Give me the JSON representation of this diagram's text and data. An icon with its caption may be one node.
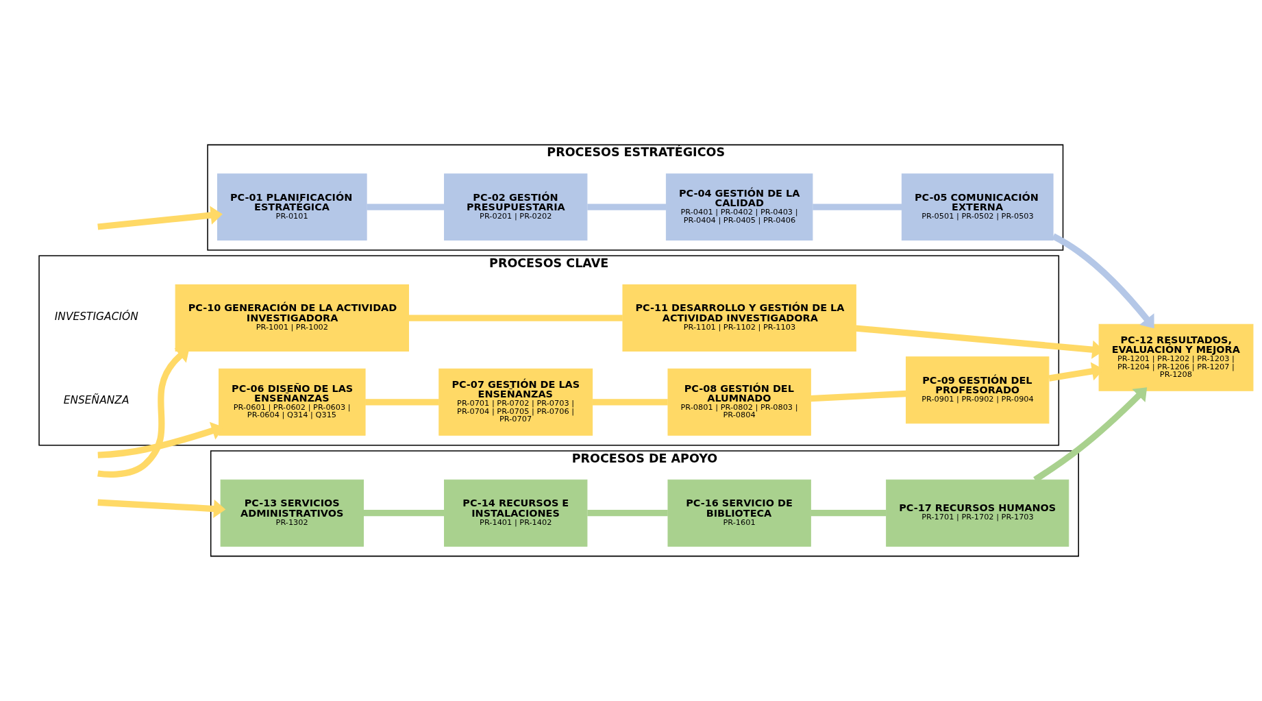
{
  "diagram": {
    "nodes": [
      {
        "text": [
          "PROCESOS ESTRATÉGICOS"
        ]
      },
      {
        "text": [
          "PC-01 PLANIFICACIÓN ESTRATÉGICA",
          "PR-0101"
        ],
        "in": 0
      },
      {
        "text": [
          "PC-02 GESTIÓN PRESUPUESTARIA",
          "PR-0201 | PR-0202"
        ],
        "in": 0
      },
      {
        "text": [
          "PC-04 GESTIÓN DE LA CALIDAD",
          "PR-0401 | PR-0402 | PR-0403 | PR-0404 | PR-0405 | PR-0406"
        ],
        "in": 0
      },
      {
        "text": [
          "PC-05 COMUNICACIÓN EXTERNA",
          "PR-0501 | PR-0502 | PR-0503"
        ],
        "in": 0
      },
      {
        "text": [
          "PROCESOS CLAVE"
        ]
      },
      {
        "text": [
          "PC-06 DISEÑO DE LAS ENSEÑANZAS",
          "PR-0601 | PR-0602 | PR-0603 | PR-0604 | Q314 | Q315"
        ],
        "in": 5
      },
      {
        "text": [
          "PC-07 GESTIÓN DE LAS ENSEÑANZAS",
          "PR-0701 | PR-0702 | PR-0703 | PR-0704 | PR-0705 | PR-0706 | PR-0707"
        ],
        "in": 5
      },
      {
        "text": [
          "PC-08 GESTIÓN DEL ALUMNADO",
          "PR-0801 | PR-0802 | PR-0803 | PR-0804"
        ],
        "in": 5
      },
      {
        "text": [
          "PC-09 GESTIÓN DEL PROFESORADO",
          "PR-0901 | PR-0902 | PR-0904"
        ],
        "in": 5
      },
      {
        "text": [
          "PC-10 GENERACIÓN DE LA ACTIVIDAD INVESTIGADORA",
          "PR-1001 | PR-1002"
        ],
        "in": 5
      },
      {
        "text": [
          "PC-11 DESARROLLO Y GESTIÓN DE LA ACTIVIDAD INVESTIGADORA",
          "PR-1101 | PR-1102 | PR-1103"
        ],
        "in": 5
      },
      {
        "text": [
          "PROCESOS DE APOYO"
        ]
      },
      {
        "text": [
          "PC-13 SERVICIOS ADMINISTRATIVOS",
          "PR-1302"
        ],
        "in": 12
      },
      {
        "text": [
          "PC-14 RECURSOS E INSTALACIONES",
          "PR-1401 | PR-1402"
        ],
        "in": 12
      },
      {
        "text": [
          "PC-16 SERVICIO DE BIBLIOTECA",
          "PR-1601"
        ],
        "in": 12
      },
      {
        "text": [
          "PC-17 RECURSOS HUMANOS",
          "PR-1701 | PR-1702 | PR-1703"
        ],
        "in": 12
      },
      {
        "text": [
          "PC-12 RESULTADOS, EVALUACIÓN Y MEJORA",
          "PR-1201 | PR-1202 | PR-1203 | PR-1204 | PR-1206 | PR-1207 | PR-1208"
        ]
      }
    ],
    "edges": [
      {
        "from": null,
        "to": 1,
        "arrow": "to"
      },
      {
        "from": 1,
        "to": 2,
        "arrow": "none",
        "color": "#b4c7e7"
      },
      {
        "from": 2,
        "to": 3,
        "arrow": "none",
        "color": "#b4c7e7"
      },
      {
        "from": 3,
        "to": 4,
        "arrow": "none",
        "color": "#b4c7e7"
      },
      {
        "from": 4,
        "to": 17,
        "arrow": "to",
        "color": "#b4c7e7"
      },
      {
        "from": null,
        "to": 6,
        "arrow": "to"
      },
      {
        "from": 6,
        "to": 7,
        "arrow": "none"
      },
      {
        "from": 7,
        "to": 8,
        "arrow": "none"
      },
      {
        "from": 8,
        "to": 9,
        "arrow": "none"
      },
      {
        "from": 9,
        "to": 17,
        "arrow": "to"
      },
      {
        "from": null,
        "to": 10,
        "arrow": "to"
      },
      {
        "from": 10,
        "to": 11,
        "arrow": "none"
      },
      {
        "from": 11,
        "to": 17,
        "arrow": "to"
      },
      {
        "from": null,
        "to": 13,
        "arrow": "to"
      },
      {
        "from": 13,
        "to": 14,
        "arrow": "none",
        "color": "#a9d18e"
      },
      {
        "from": 14,
        "to": 15,
        "arrow": "none",
        "color": "#a9d18e"
      },
      {
        "from": 15,
        "to": 16,
        "arrow": "none",
        "color": "#a9d18e"
      },
      {
        "from": 16,
        "to": 17,
        "arrow": "to",
        "color": "#a9d18e"
      }
    ],
    "labels": [
      "ENSEÑANZA",
      "INVESTIGACIÓN"
    ]
  }
}
